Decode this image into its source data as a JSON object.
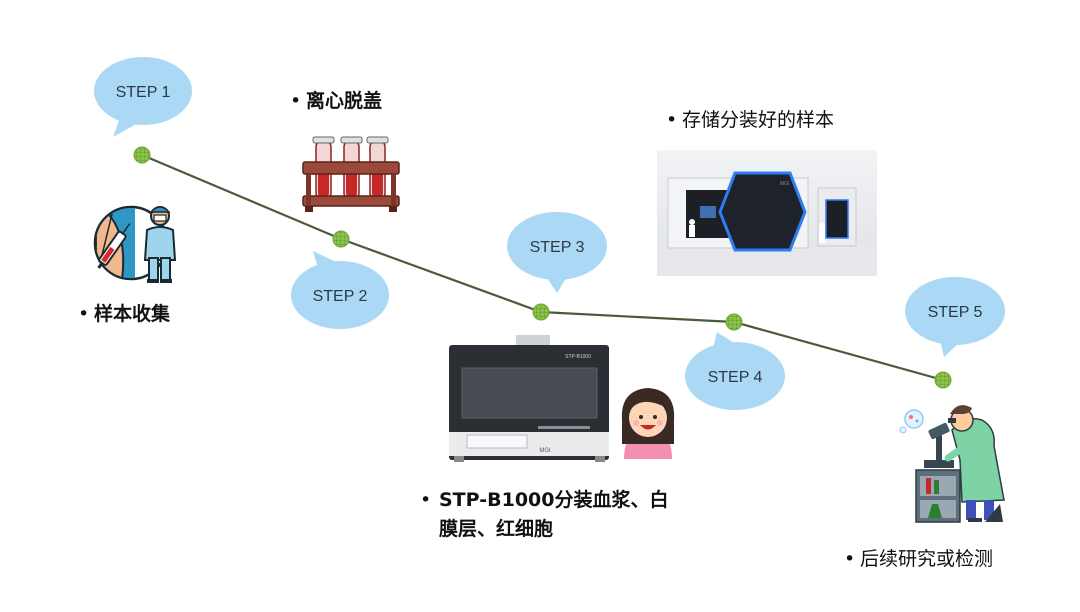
{
  "colors": {
    "bubble": "#aad8f5",
    "line": "#4d5a3a",
    "node": "#8bc34a",
    "node_grid": "#5d8a2c"
  },
  "steps": [
    {
      "id": 1,
      "label": "STEP 1"
    },
    {
      "id": 2,
      "label": "STEP 2"
    },
    {
      "id": 3,
      "label": "STEP 3"
    },
    {
      "id": 4,
      "label": "STEP 4"
    },
    {
      "id": 5,
      "label": "STEP 5"
    }
  ],
  "captions": {
    "step1": "样本收集",
    "step2": "离心脱盖",
    "step3_line1": "STP-B1000分装血浆、白",
    "step3_line2": "膜层、红细胞",
    "step4": "存储分装好的样本",
    "step5": "后续研究或检测"
  },
  "bullet": "•",
  "device_labels": {
    "stp_model": "STP-B1000",
    "stp_brand": "MGI",
    "storage_brand": "MGI"
  },
  "icons": {
    "step1": "collection-worker-icon",
    "step2": "test-tube-rack-icon",
    "step3": "sample-separator-device-image",
    "step3_person": "smiling-woman-icon",
    "step4": "storage-system-image",
    "step5": "microscope-researcher-icon"
  }
}
